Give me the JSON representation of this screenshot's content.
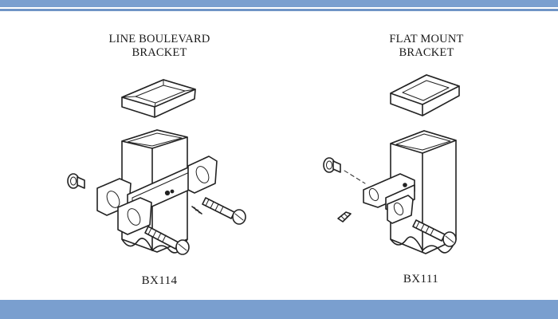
{
  "colors": {
    "band": "#7a9fcf",
    "band_line": "#6f94c6",
    "line_art": "#222222",
    "background": "#ffffff"
  },
  "left_product": {
    "title_line1": "LINE BOULEVARD",
    "title_line2": "BRACKET",
    "code": "BX114"
  },
  "right_product": {
    "title_line1": "FLAT MOUNT",
    "title_line2": "BRACKET",
    "code": "BX111"
  }
}
